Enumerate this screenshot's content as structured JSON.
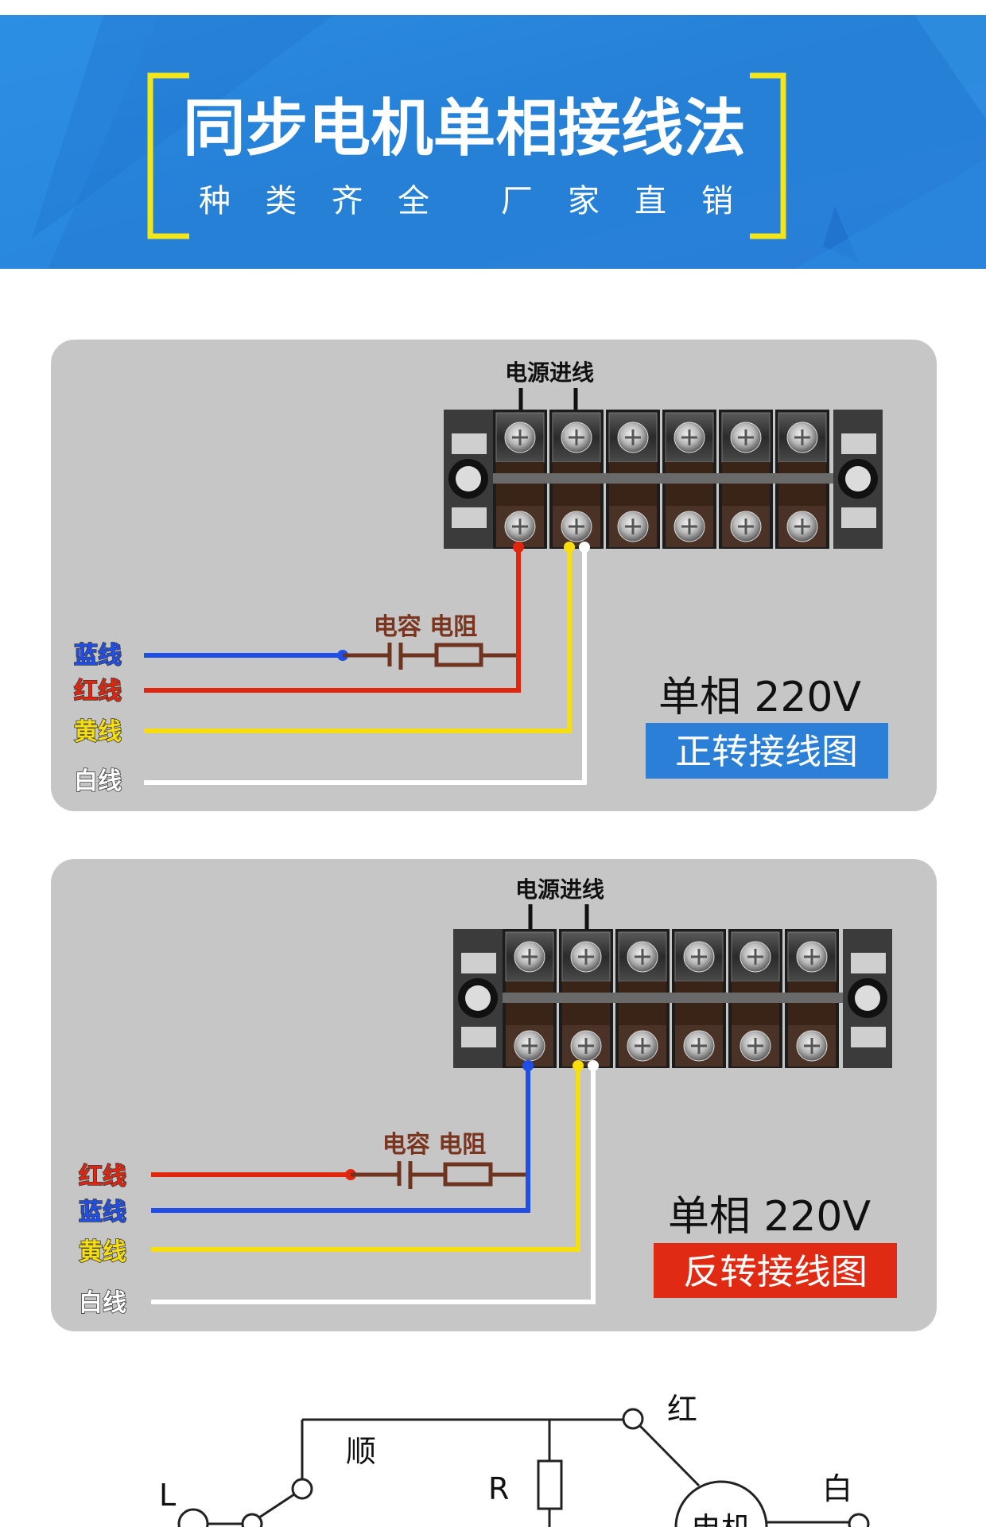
{
  "colors": {
    "banner_blue": "#2a86d8",
    "bracket_yellow": "#f2e51a",
    "panel_gray": "#c6c6c6",
    "wire_blue": "#1f4fe8",
    "wire_red": "#e0260f",
    "wire_yellow": "#f7de0e",
    "wire_white": "#ffffff",
    "component_brown": "#6e3420",
    "forward_badge": "#2b7fd6",
    "reverse_badge": "#e02a14"
  },
  "banner": {
    "title": "同步电机单相接线法",
    "subtitle_left": "种类齐全",
    "subtitle_right": "厂家直销"
  },
  "panels": [
    {
      "id": "forward",
      "terminal_label": "电源进线",
      "component_label": "电容 电阻",
      "wires": [
        {
          "label": "蓝线",
          "color": "blue"
        },
        {
          "label": "红线",
          "color": "red"
        },
        {
          "label": "黄线",
          "color": "yellow"
        },
        {
          "label": "白线",
          "color": "white"
        }
      ],
      "spec": "单相  220V",
      "badge": "正转接线图"
    },
    {
      "id": "reverse",
      "terminal_label": "电源进线",
      "component_label": "电容 电阻",
      "wires": [
        {
          "label": "红线",
          "color": "red"
        },
        {
          "label": "蓝线",
          "color": "blue"
        },
        {
          "label": "黄线",
          "color": "yellow"
        },
        {
          "label": "白线",
          "color": "white"
        }
      ],
      "spec": "单相  220V",
      "badge": "反转接线图"
    }
  ],
  "schematic": {
    "label_L": "L",
    "label_forward": "顺",
    "label_R": "R",
    "label_red": "红",
    "label_white": "白",
    "motor": "电机"
  }
}
